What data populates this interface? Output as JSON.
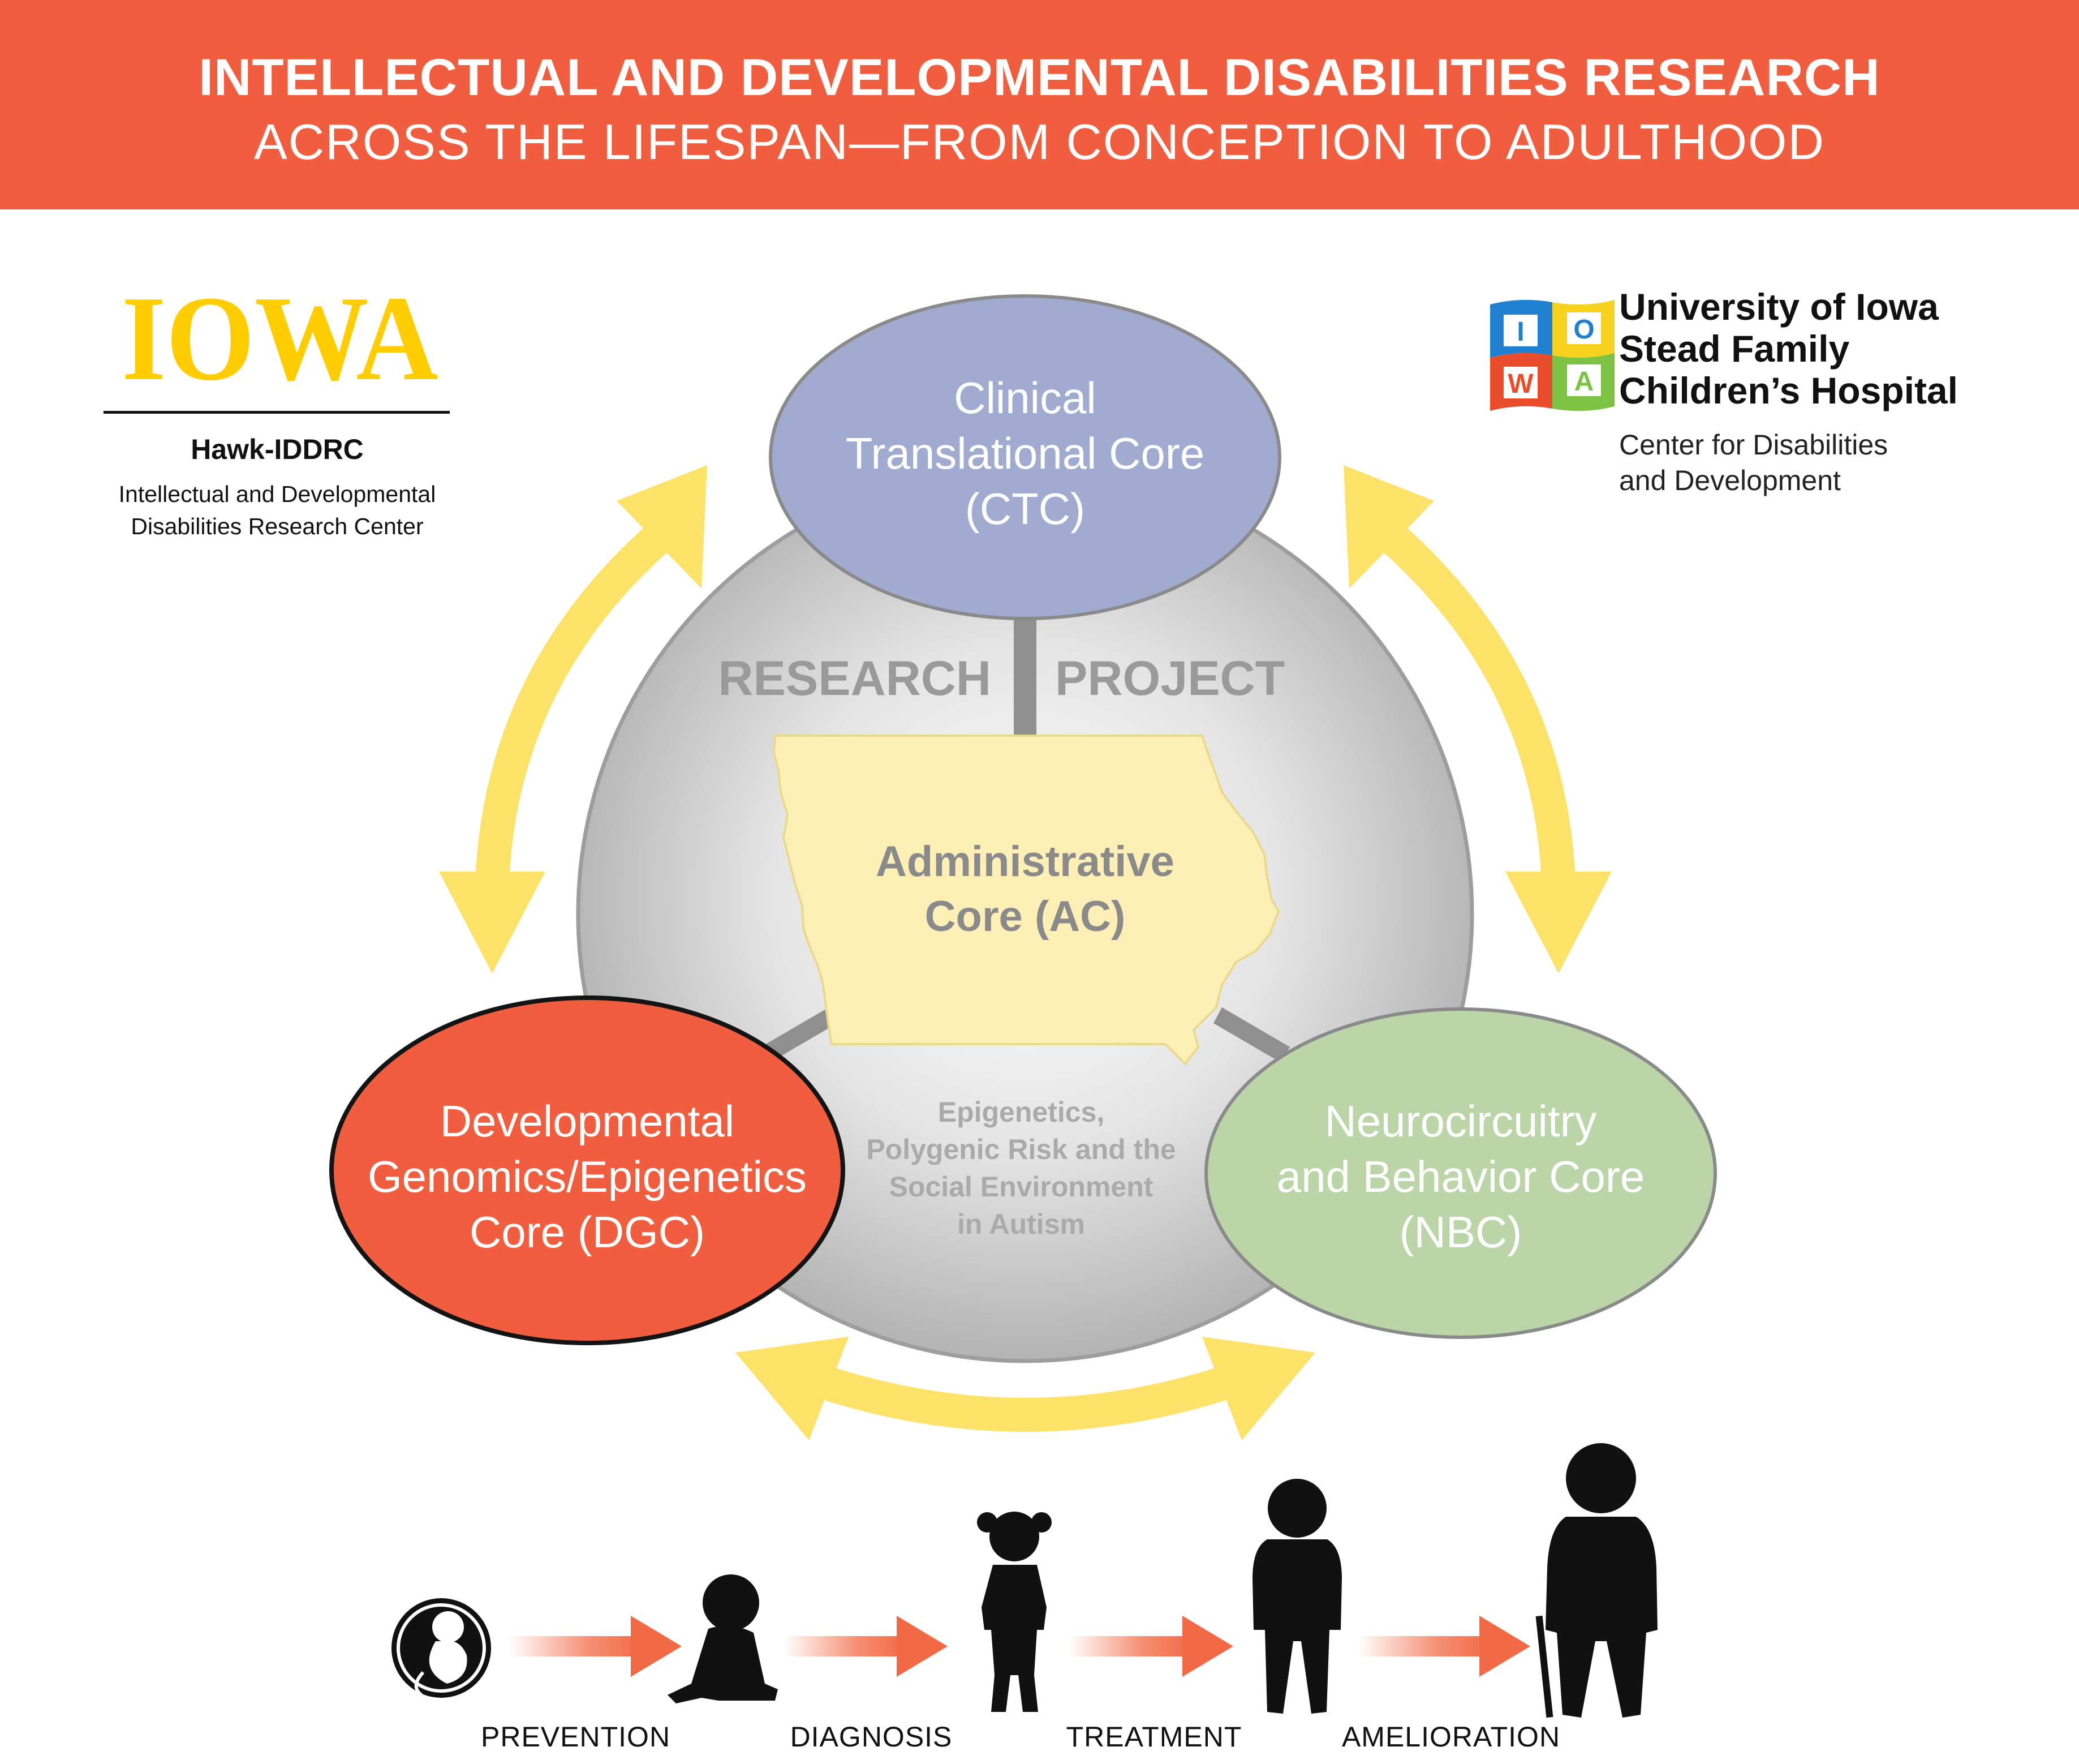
{
  "banner": {
    "title": "INTELLECTUAL AND DEVELOPMENTAL DISABILITIES RESEARCH",
    "subtitle": "ACROSS THE LIFESPAN—FROM CONCEPTION TO ADULTHOOD",
    "color": "#f05e3f"
  },
  "iowa_logo": {
    "wordmark": "IOWA",
    "wordmark_color": "#ffcd00",
    "center_name": "Hawk-IDDRC",
    "center_desc_line1": "Intellectual and Developmental",
    "center_desc_line2": "Disabilities Research Center"
  },
  "hospital_logo": {
    "flag_letters": [
      "I",
      "O",
      "W",
      "A"
    ],
    "name_line1": "University of Iowa",
    "name_line2": "Stead Family",
    "name_line3": "Children’s Hospital",
    "sub_line1": "Center for Disabilities",
    "sub_line2": "and Development"
  },
  "diagram": {
    "research_label": "RESEARCH",
    "project_label": "PROJECT",
    "admin_core": {
      "line1": "Administrative",
      "line2": "Core (AC)",
      "fill": "#fdefb6"
    },
    "project_desc": {
      "line1": "Epigenetics,",
      "line2": "Polygenic Risk and the",
      "line3": "Social Environment",
      "line4": "in Autism"
    },
    "ctc": {
      "line1": "Clinical",
      "line2": "Translational Core",
      "line3": "(CTC)",
      "fill": "#a1aacf"
    },
    "dgc": {
      "line1": "Developmental",
      "line2": "Genomics/Epigenetics",
      "line3": "Core (DGC)",
      "fill": "#f05e3f"
    },
    "nbc": {
      "line1": "Neurocircuitry",
      "line2": "and Behavior Core",
      "line3": "(NBC)",
      "fill": "#bcd5a8"
    },
    "arrow_color": "#fde26a"
  },
  "lifespan": {
    "stages": [
      "PREVENTION",
      "DIAGNOSIS",
      "TREATMENT",
      "AMELIORATION"
    ],
    "figures": [
      "fetus-icon",
      "baby-icon",
      "child-icon",
      "teen-icon",
      "adult-icon"
    ],
    "arrow_color": "#f26a45"
  }
}
